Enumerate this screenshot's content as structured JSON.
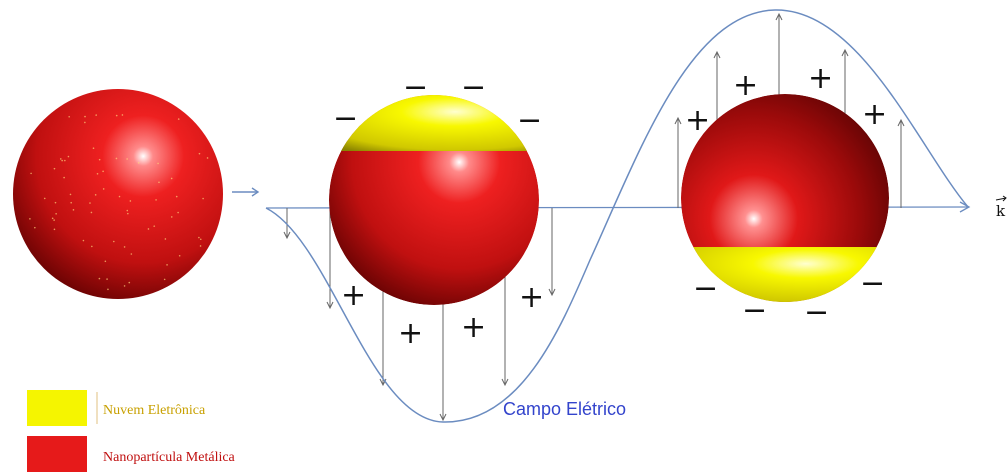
{
  "colors": {
    "electron_cloud": "#f5f500",
    "nanoparticle": "#e61a1a",
    "wave": "#6b8cc0",
    "field_label": "#3344cc",
    "signs": "#111111",
    "legend_yellow_text": "#c8a000",
    "legend_red_text": "#c01010"
  },
  "field": {
    "label": "Campo Elétrico",
    "wave_vector_label": "k"
  },
  "charges": {
    "positive": "+",
    "negative": "−"
  },
  "legend": {
    "items": [
      {
        "label": "Nuvem Eletrônica",
        "color": "#f5f500"
      },
      {
        "label": "Nanopartícula Metálica",
        "color": "#e61a1a"
      }
    ]
  }
}
